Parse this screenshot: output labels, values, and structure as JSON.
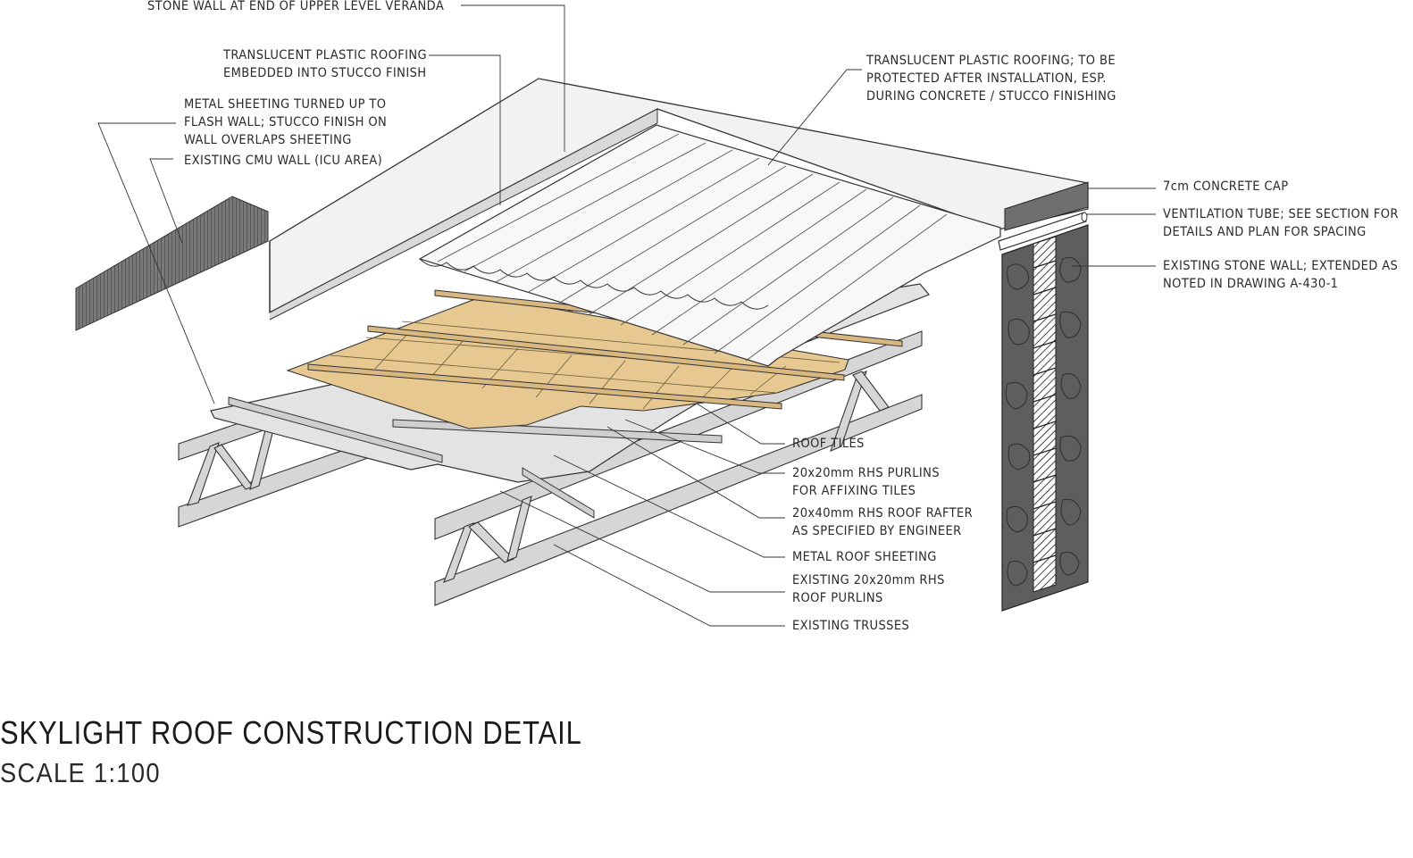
{
  "title": "SKYLIGHT ROOF CONSTRUCTION DETAIL",
  "scale": "SCALE 1:100",
  "labels": {
    "stone_wall_end": [
      "STONE WALL AT END OF UPPER LEVEL VERANDA"
    ],
    "translucent_embedded": [
      "TRANSLUCENT PLASTIC ROOFING",
      "EMBEDDED INTO STUCCO FINISH"
    ],
    "metal_sheeting_flash": [
      "METAL SHEETING TURNED UP TO",
      "FLASH WALL; STUCCO FINISH ON",
      "WALL OVERLAPS SHEETING"
    ],
    "existing_cmu": [
      "EXISTING CMU WALL (ICU AREA)"
    ],
    "translucent_protected": [
      "TRANSLUCENT PLASTIC ROOFING; TO BE",
      "PROTECTED AFTER INSTALLATION, ESP.",
      "DURING CONCRETE / STUCCO FINISHING"
    ],
    "concrete_cap": [
      "7cm CONCRETE CAP"
    ],
    "ventilation_tube": [
      "VENTILATION TUBE; SEE SECTION FOR",
      "DETAILS AND PLAN FOR SPACING"
    ],
    "existing_stone": [
      "EXISTING STONE WALL; EXTENDED AS",
      "NOTED IN DRAWING A-430-1"
    ],
    "roof_tiles": [
      "ROOF TILES"
    ],
    "purlins_tiles": [
      "20x20mm RHS PURLINS",
      "FOR AFFIXING TILES"
    ],
    "roof_rafter": [
      "20x40mm RHS ROOF RAFTER",
      "AS SPECIFIED BY ENGINEER"
    ],
    "metal_roof_sheeting": [
      "METAL ROOF SHEETING"
    ],
    "existing_purlins": [
      "EXISTING 20x20mm RHS",
      "ROOF PURLINS"
    ],
    "existing_trusses": [
      "EXISTING TRUSSES"
    ]
  },
  "colors": {
    "ink": "#2a2a2a",
    "tile": "#e6c890",
    "wall_fill": "#f1f1f1",
    "steel": "#d6d6d6",
    "stone": "#6e6e6e"
  }
}
